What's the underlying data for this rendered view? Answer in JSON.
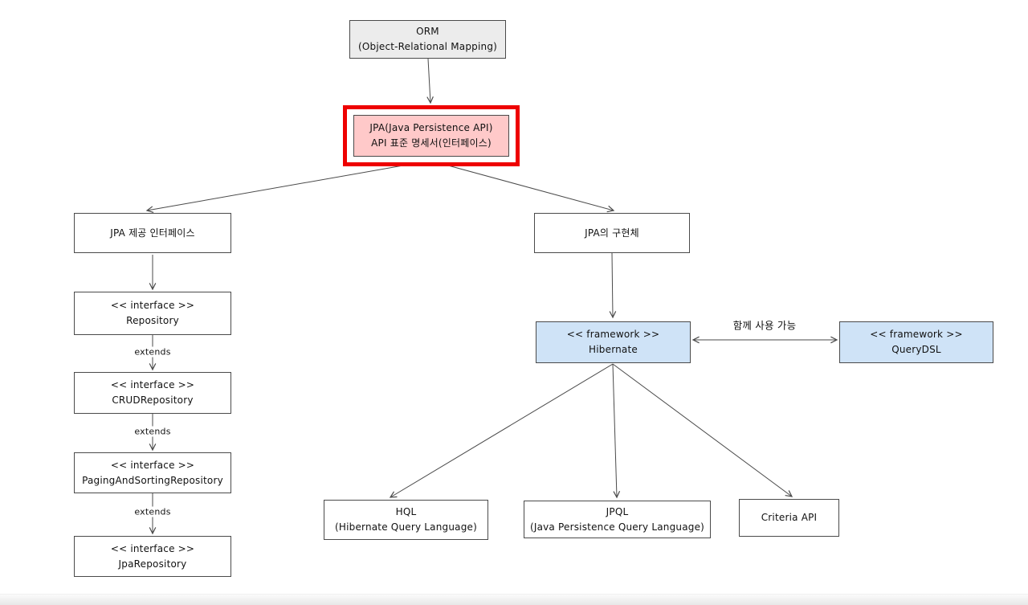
{
  "diagram": {
    "title": "JPA / ORM relationship diagram",
    "nodes": {
      "orm": {
        "line1": "ORM",
        "line2": "(Object-Relational Mapping)"
      },
      "jpa": {
        "line1": "JPA(Java Persistence API)",
        "line2": "API 표준 명세서(인터페이스)"
      },
      "jpa_interfaces": {
        "line1": "JPA 제공 인터페이스"
      },
      "repository": {
        "line1": "<< interface >>",
        "line2": "Repository"
      },
      "crud_repository": {
        "line1": "<< interface >>",
        "line2": "CRUDRepository"
      },
      "paging_repository": {
        "line1": "<< interface >>",
        "line2": "PagingAndSortingRepository"
      },
      "jpa_repository": {
        "line1": "<< interface >>",
        "line2": "JpaRepository"
      },
      "jpa_impl": {
        "line1": "JPA의 구현체"
      },
      "hibernate": {
        "line1": "<< framework >>",
        "line2": "Hibernate"
      },
      "querydsl": {
        "line1": "<< framework >>",
        "line2": "QueryDSL"
      },
      "hql": {
        "line1": "HQL",
        "line2": "(Hibernate Query Language)"
      },
      "jpql": {
        "line1": "JPQL",
        "line2": "(Java Persistence Query Language)"
      },
      "criteria": {
        "line1": "Criteria API"
      }
    },
    "edge_labels": {
      "extends": [
        "extends",
        "extends",
        "extends"
      ],
      "together": "함께 사용 가능"
    },
    "colors": {
      "highlight_border": "#ee0000",
      "pink_fill": "#ffc9c9",
      "blue_fill": "#cfe3f7",
      "gray_fill": "#ececec",
      "line": "#4a4a4a"
    }
  }
}
